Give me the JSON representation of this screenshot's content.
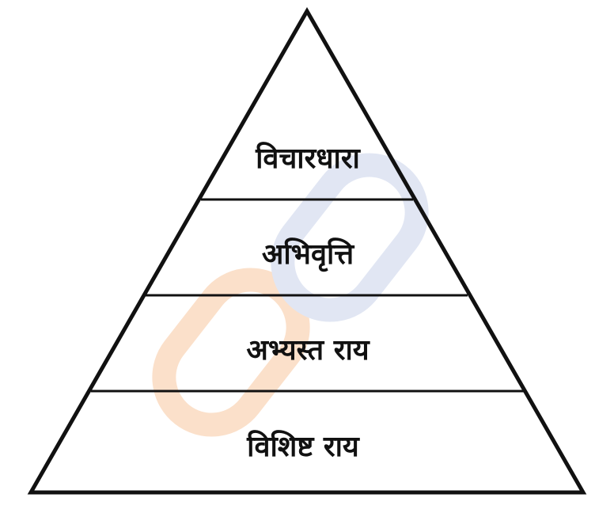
{
  "diagram": {
    "type": "pyramid",
    "levels": [
      {
        "label": "विचारधारा"
      },
      {
        "label": "अभिवृत्ति"
      },
      {
        "label": "अभ्यस्त राय"
      },
      {
        "label": "विशिष्ट राय"
      }
    ]
  },
  "watermark": {
    "icon": "chain-link-icon",
    "colors": [
      "#f8c8a0",
      "#c9d3ea"
    ]
  },
  "colors": {
    "line": "#111111",
    "text": "#111111",
    "background": "#ffffff"
  }
}
